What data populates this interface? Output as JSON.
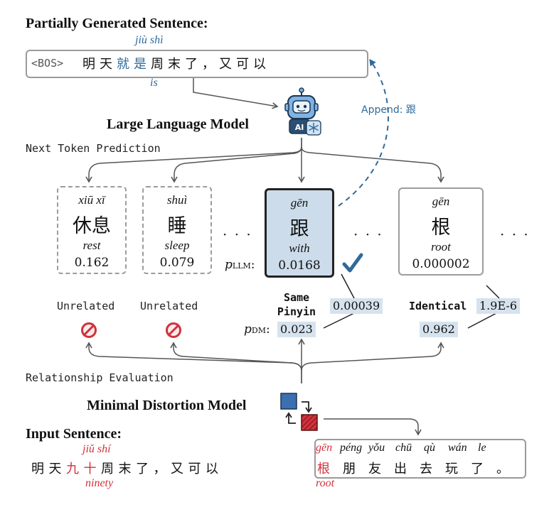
{
  "partial": {
    "heading": "Partially Generated Sentence:",
    "bos": "<BOS>",
    "chars": [
      "明",
      "天",
      "就",
      "是",
      "周",
      "末",
      "了",
      "，",
      "又",
      "可",
      "以"
    ],
    "pinyin_above": "jiù  shì",
    "gloss_below": "is"
  },
  "append_label": "Append: 跟",
  "llm": {
    "title": "Large Language Model",
    "icon_label": "AI"
  },
  "next_token_label": "Next Token Prediction",
  "candidates": [
    {
      "pinyin": "xiū xī",
      "hanzi": "休息",
      "gloss": "rest",
      "p_llm": "0.162",
      "relation": "Unrelated"
    },
    {
      "pinyin": "shuì",
      "hanzi": "睡",
      "gloss": "sleep",
      "p_llm": "0.079",
      "relation": "Unrelated"
    },
    {
      "pinyin": "gēn",
      "hanzi": "跟",
      "gloss": "with",
      "p_llm": "0.0168",
      "relation": "Same Pinyin",
      "p_dm": "0.023",
      "product": "0.00039"
    },
    {
      "pinyin": "gēn",
      "hanzi": "根",
      "gloss": "root",
      "p_llm": "0.000002",
      "relation": "Identical",
      "p_dm": "0.962",
      "product": "1.9E-6"
    }
  ],
  "ellipsis": "· · ·",
  "p_llm_label": "p",
  "p_llm_sub": "LLM",
  "p_dm_label": "p",
  "p_dm_sub": "DM",
  "relationship_label": "Relationship Evaluation",
  "mdm": {
    "title": "Minimal Distortion Model"
  },
  "input": {
    "heading": "Input Sentence:",
    "chars_left": [
      "明",
      "天",
      "九",
      "十",
      "周",
      "末",
      "了",
      "，",
      "又",
      "可",
      "以"
    ],
    "pinyin_left": "jiǔ  shí",
    "gloss_left": "ninety",
    "chars_box": [
      "根",
      "朋",
      "友",
      "出",
      "去",
      "玩",
      "了",
      "。"
    ],
    "pinyin_box": [
      "gēn",
      "péng",
      "yǒu",
      "chū",
      "qù",
      "wán",
      "le"
    ],
    "gloss_box": "root"
  },
  "colors": {
    "accent_blue": "#2f6a9a",
    "accent_red": "#d0323b",
    "chosen_fill": "#cddcea",
    "chip_fill": "#d6e3ee"
  }
}
